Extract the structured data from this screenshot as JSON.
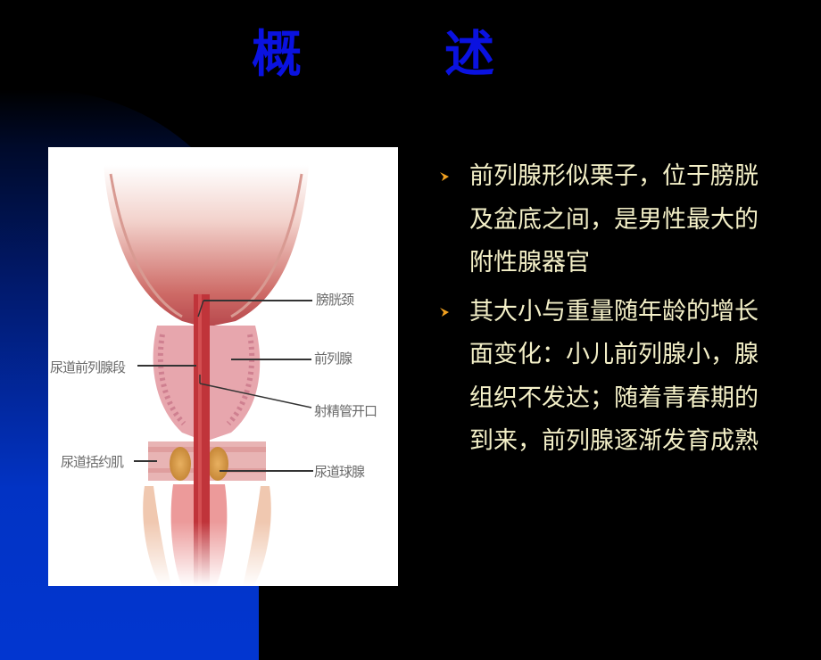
{
  "slide": {
    "title": {
      "char1": "概",
      "char2": "述",
      "color": "#0a12e0"
    },
    "figure": {
      "labels": {
        "bladder_neck": "膀胱颈",
        "prostate": "前列腺",
        "prostatic_urethra": "尿道前列腺段",
        "ejaculatory_duct_opening": "射精管开口",
        "urethral_sphincter": "尿道括约肌",
        "bulbourethral_gland": "尿道球腺"
      }
    },
    "bullets": [
      {
        "icon": "arrow-bullet-icon",
        "text": "前列腺形似栗子，位于膀胱及盆底之间，是男性最大的附性腺器官"
      },
      {
        "icon": "arrow-bullet-icon",
        "text": "其大小与重量随年龄的增长面变化：小儿前列腺小，腺组织不发达；随着青春期的到来，前列腺逐渐发育成熟"
      }
    ],
    "colors": {
      "background": "#000000",
      "accent_blue": "#0236d0",
      "bullet_text": "#f4f0c8",
      "bullet_icon": "#f0a020"
    }
  }
}
